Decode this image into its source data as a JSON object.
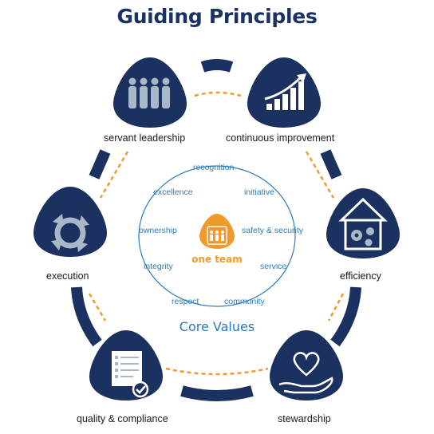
{
  "title": "Guiding Principles",
  "principles": [
    {
      "label": "servant leadership",
      "icon": "people-group-icon"
    },
    {
      "label": "continuous improvement",
      "icon": "rising-bar-chart-icon"
    },
    {
      "label": "efficiency",
      "icon": "house-gears-icon"
    },
    {
      "label": "stewardship",
      "icon": "heart-in-hand-icon"
    },
    {
      "label": "quality & compliance",
      "icon": "checklist-icon"
    },
    {
      "label": "execution",
      "icon": "cycle-arrows-icon"
    }
  ],
  "values": [
    "recognition",
    "initiative",
    "safety & security",
    "service",
    "community",
    "respect",
    "integrity",
    "ownership",
    "excellence"
  ],
  "core_values_label": "Core Values",
  "center": {
    "label": "one team",
    "icon": "team-icon"
  },
  "colors": {
    "navy": "#1b3160",
    "orange": "#f2992e",
    "blue": "#2a7ab8",
    "text": "#1a1a1a"
  }
}
